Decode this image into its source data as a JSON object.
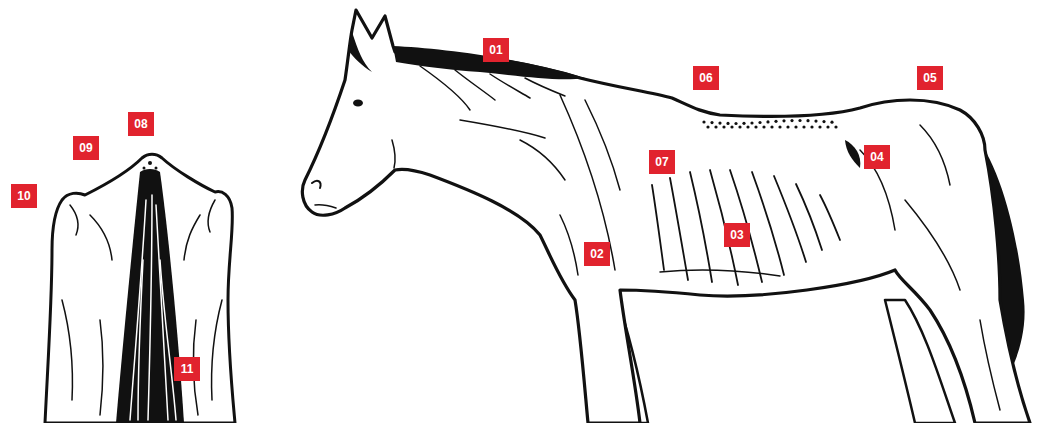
{
  "diagram": {
    "nodes": [
      {
        "text": [
          "01"
        ]
      },
      {
        "text": [
          "02"
        ]
      },
      {
        "text": [
          "03"
        ]
      },
      {
        "text": [
          "04"
        ]
      },
      {
        "text": [
          "05"
        ]
      },
      {
        "text": [
          "06"
        ]
      },
      {
        "text": [
          "07"
        ]
      },
      {
        "text": [
          "08"
        ]
      },
      {
        "text": [
          "09"
        ]
      },
      {
        "text": [
          "10"
        ]
      },
      {
        "text": [
          "11"
        ]
      }
    ]
  }
}
